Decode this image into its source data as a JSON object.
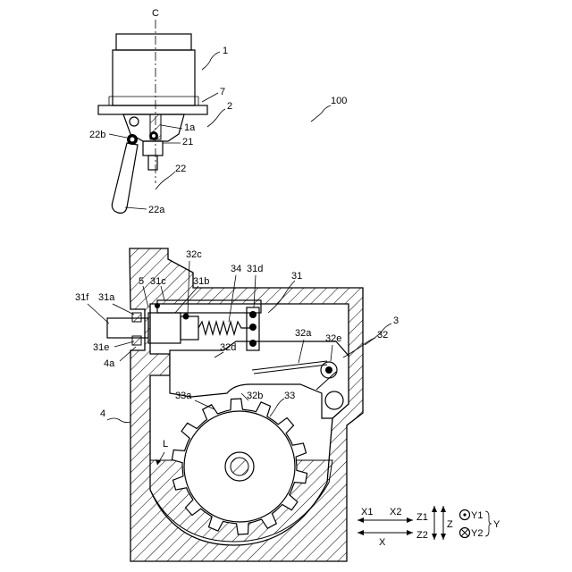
{
  "labels": {
    "c": "C",
    "l1": "1",
    "l7": "7",
    "l2": "2",
    "l1a": "1a",
    "l21": "21",
    "l22": "22",
    "l22a": "22a",
    "l22b": "22b",
    "l100": "100",
    "l32c": "32c",
    "l34": "34",
    "l31d": "31d",
    "l31": "31",
    "l5": "5",
    "l31c": "31c",
    "l31b": "31b",
    "l31f": "31f",
    "l31a": "31a",
    "l3": "3",
    "l32a": "32a",
    "l32e": "32e",
    "l32": "32",
    "l31e": "31e",
    "l4a": "4a",
    "l32d": "32d",
    "l33a": "33a",
    "l32b": "32b",
    "l33": "33",
    "l4": "4",
    "lL": "L"
  },
  "axes": {
    "x1": "X1",
    "x2": "X2",
    "x": "X",
    "z1": "Z1",
    "z2": "Z2",
    "z": "Z",
    "y1": "Y1",
    "y2": "Y2",
    "y": "Y"
  }
}
